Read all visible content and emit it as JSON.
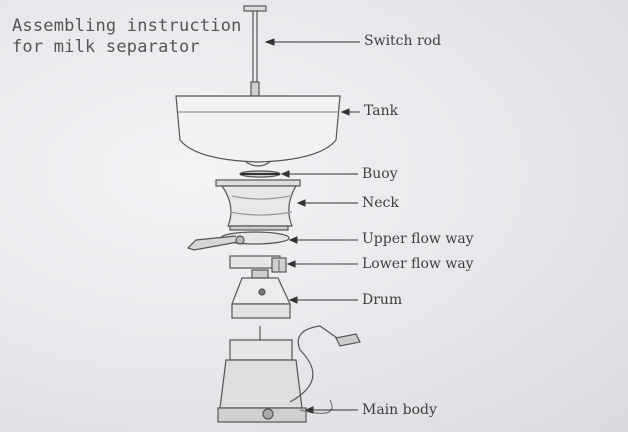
{
  "title": {
    "line1": "Assembling instruction",
    "line2": "for milk separator"
  },
  "labels": {
    "switch_rod": "Switch rod",
    "tank": "Tank",
    "buoy": "Buoy",
    "neck": "Neck",
    "upper_flow_way": "Upper flow way",
    "lower_flow_way": "Lower flow way",
    "drum": "Drum",
    "main_body": "Main body"
  }
}
